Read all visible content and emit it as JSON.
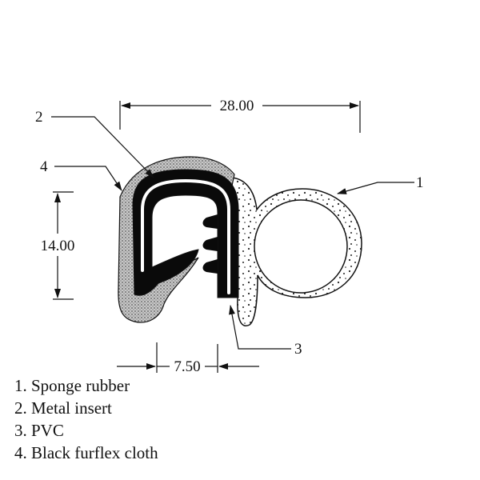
{
  "dimensions": {
    "width": "28.00",
    "height": "14.00",
    "gap": "7.50"
  },
  "callouts": {
    "c1": "1",
    "c2": "2",
    "c3": "3",
    "c4": "4"
  },
  "legend": [
    "1. Sponge rubber",
    "2. Metal insert",
    "3. PVC",
    "4. Black furflex cloth"
  ]
}
